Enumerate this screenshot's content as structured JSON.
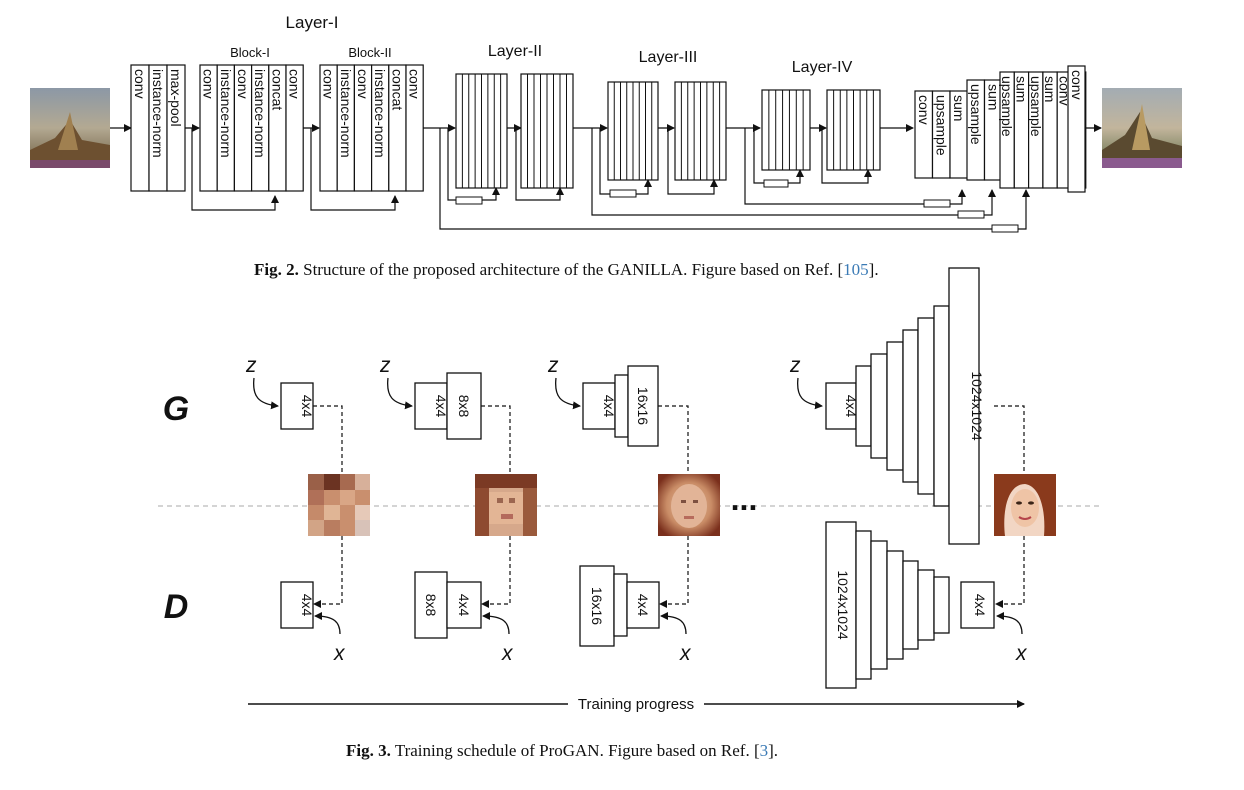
{
  "fig2": {
    "layer1_title": "Layer-I",
    "block1_title": "Block-I",
    "block2_title": "Block-II",
    "layer2_title": "Layer-II",
    "layer3_title": "Layer-III",
    "layer4_title": "Layer-IV",
    "stem_labels": [
      "conv",
      "instance-norm",
      "max-pool"
    ],
    "block1_labels": [
      "conv",
      "instance-norm",
      "conv",
      "instance-norm",
      "concat",
      "conv"
    ],
    "block2_labels": [
      "conv",
      "instance-norm",
      "conv",
      "instance-norm",
      "concat",
      "conv"
    ],
    "decoder_a_labels": [
      "conv",
      "upsample",
      "sum"
    ],
    "decoder_b_labels": [
      "upsample",
      "sum"
    ],
    "decoder_c_labels": [
      "upsample",
      "sum",
      "upsample",
      "sum",
      "conv",
      "conv"
    ],
    "caption_label": "Fig. 2.",
    "caption_text": "Structure of the proposed architecture of the GANILLA. Figure based on Ref. [",
    "caption_ref": "105",
    "caption_end": "]."
  },
  "fig3": {
    "g_label": "G",
    "d_label": "D",
    "z_label": "z",
    "x_label": "x",
    "g_stages": [
      [
        "4x4"
      ],
      [
        "4x4",
        "8x8"
      ],
      [
        "4x4",
        "16x16"
      ],
      [
        "4x4",
        "1024x1024"
      ]
    ],
    "d_stages": [
      [
        "4x4"
      ],
      [
        "8x8",
        "4x4"
      ],
      [
        "16x16",
        "4x4"
      ],
      [
        "1024x1024",
        "4x4"
      ]
    ],
    "ellipsis": "...",
    "progress_label": "Training progress",
    "caption_label": "Fig. 3.",
    "caption_text": "Training schedule of ProGAN. Figure based on Ref. [",
    "caption_ref": "3",
    "caption_end": "]."
  }
}
